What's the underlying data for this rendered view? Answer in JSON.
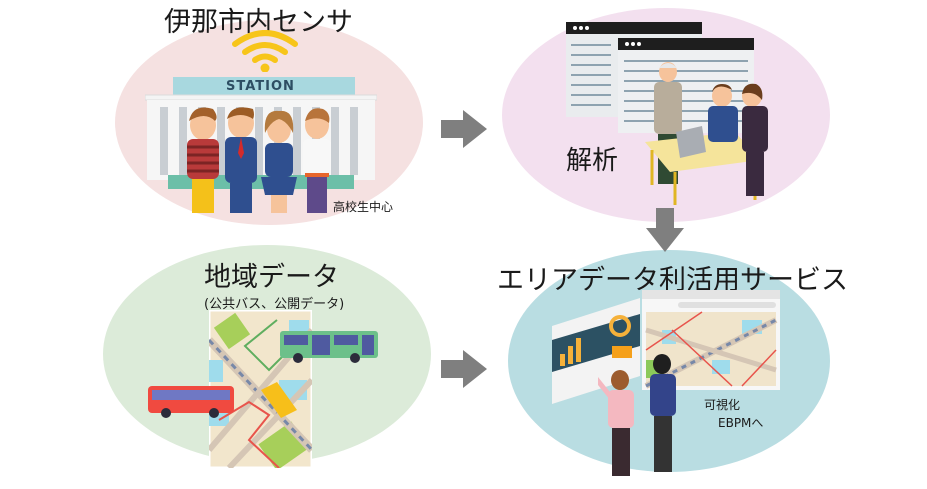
{
  "panels": {
    "sensor": {
      "title": "伊那市内センサ",
      "station_sign": "STATION",
      "note": "高校生中心",
      "bg_color": "#f5e1e1"
    },
    "analysis": {
      "title": "解析",
      "bg_color": "#f3e0ef"
    },
    "regional": {
      "title": "地域データ",
      "subtitle": "(公共バス、公開データ)",
      "bg_color": "#dcebd9"
    },
    "service": {
      "title": "エリアデータ利活用サービス",
      "note_line1": "可視化",
      "note_line2": "EBPMへ",
      "bg_color": "#b9dde2"
    }
  },
  "arrows": {
    "color": "#7f7f7f",
    "items": [
      {
        "from": "sensor",
        "to": "analysis",
        "direction": "right"
      },
      {
        "from": "analysis",
        "to": "service",
        "direction": "down"
      },
      {
        "from": "regional",
        "to": "service",
        "direction": "right"
      }
    ]
  },
  "icons": {
    "wifi": "wifi-icon",
    "bus_red": "bus-icon",
    "bus_green": "bus-icon"
  }
}
